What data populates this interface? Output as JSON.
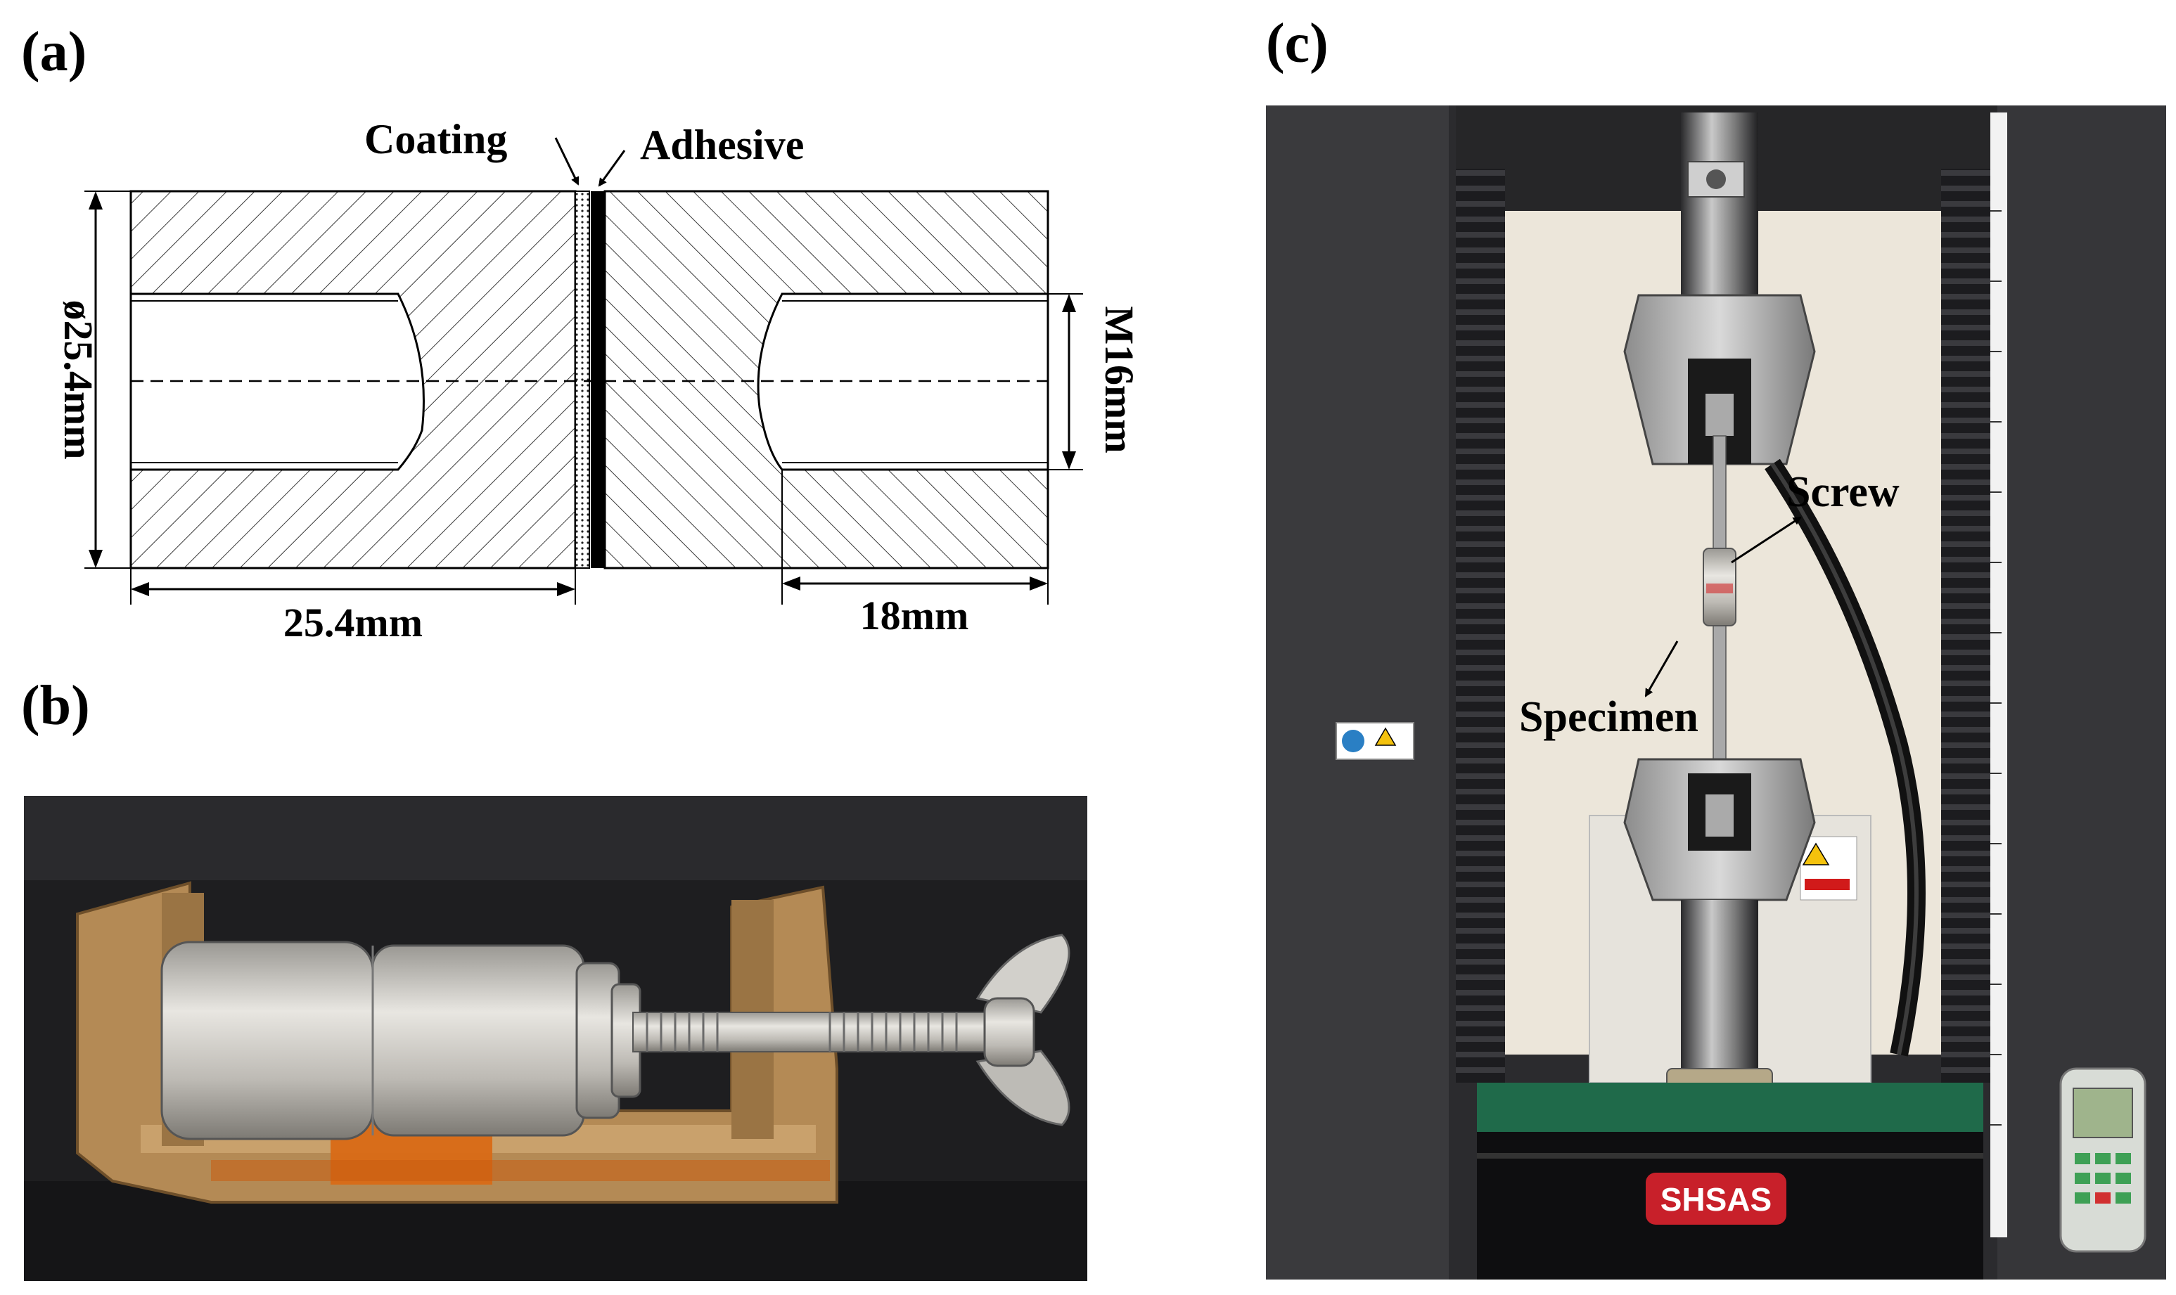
{
  "panels": {
    "a": {
      "label": "(a)",
      "callouts": {
        "coating": "Coating",
        "adhesive": "Adhesive"
      },
      "dimensions": {
        "diameter": "ø25.4mm",
        "thread": "M16mm",
        "length_left": "25.4mm",
        "length_right": "18mm"
      }
    },
    "b": {
      "label": "(b)"
    },
    "c": {
      "label": "(c)",
      "callouts": {
        "screw": "Screw",
        "specimen": "Specimen"
      },
      "machine_brand": "SHSAS"
    }
  },
  "colors": {
    "ink": "#000000",
    "hatch": "#333333",
    "photo_bench": "#1e1e20",
    "fixture_rust": "#b48a55",
    "cylinder": "#c9c7c2",
    "kapton_tape": "#d96a16",
    "frame_dark": "#2b2b2e",
    "wall": "#ece6da",
    "green_mat": "#1f6a4a",
    "brand_red": "#c8202a"
  }
}
